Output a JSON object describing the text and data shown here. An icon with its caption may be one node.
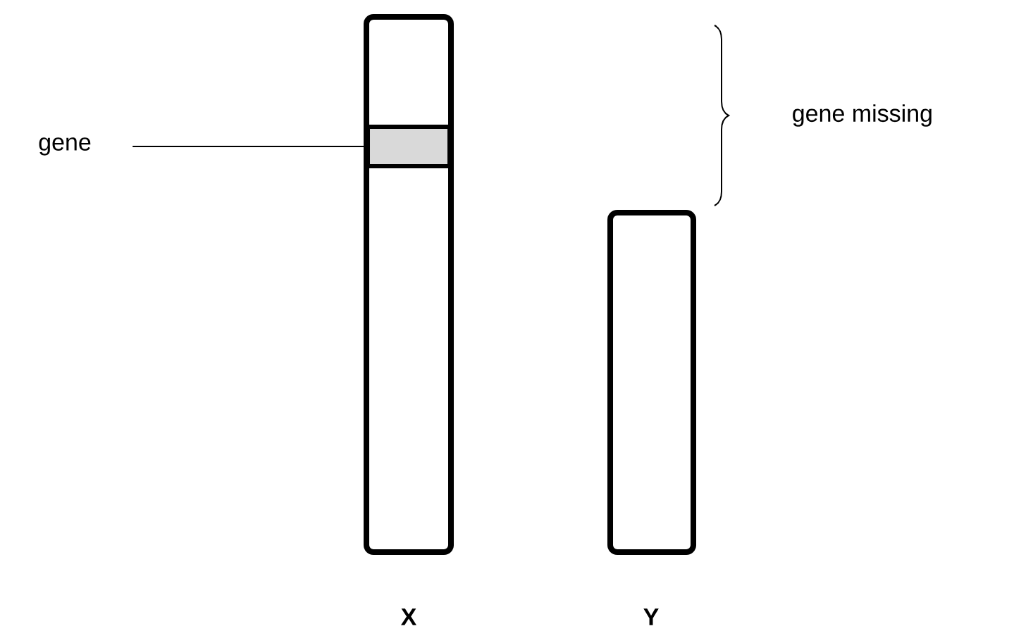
{
  "diagram": {
    "nodes": [
      {
        "text": [
          "X"
        ]
      },
      {
        "text": [],
        "shape": "bar",
        "in": 0
      },
      {
        "text": [
          "Y"
        ]
      },
      {
        "text": [
          "gene"
        ]
      }
    ],
    "edges": [
      {
        "from": 3,
        "to": 1,
        "arrow": "none"
      }
    ],
    "labels": [
      "gene missing"
    ]
  }
}
